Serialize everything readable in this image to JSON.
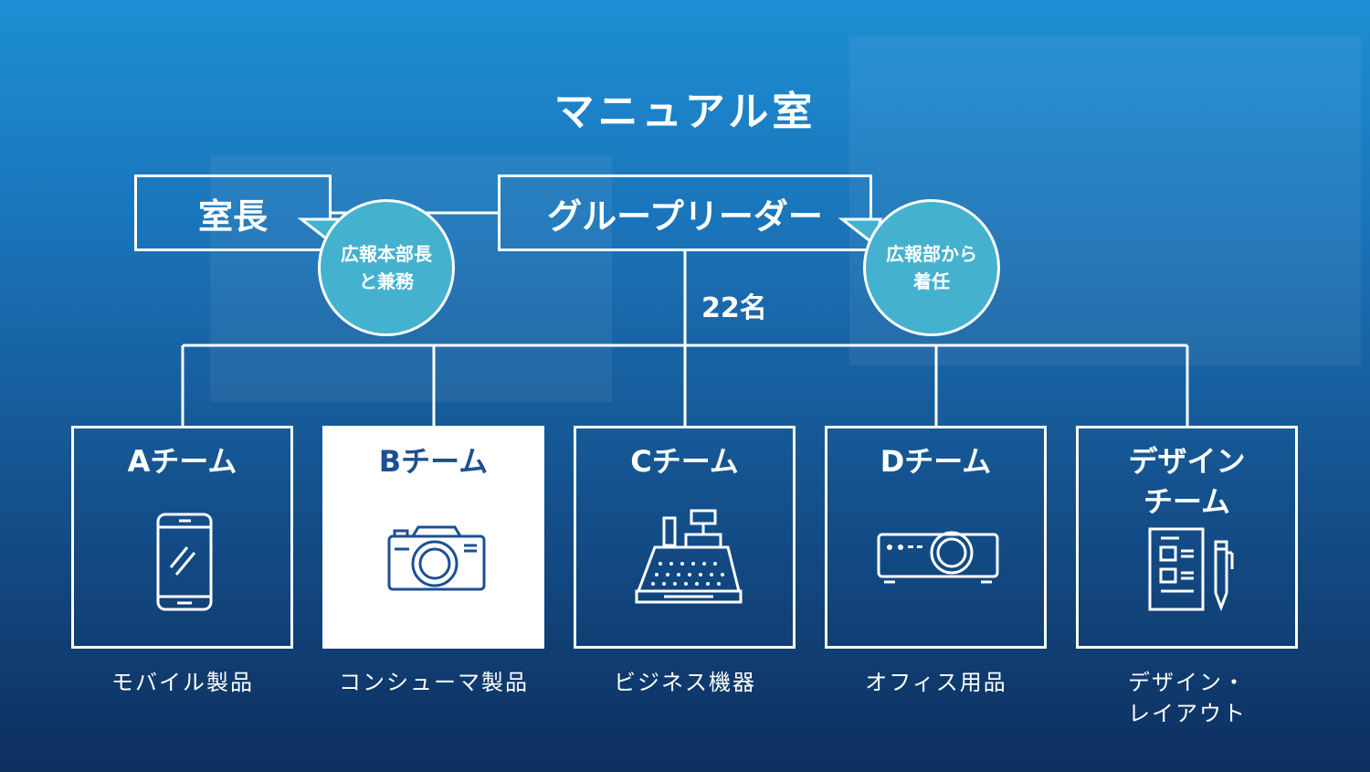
{
  "title": "マニュアル室",
  "director": "室長",
  "leader": "グループリーダー",
  "bubble_director": [
    "広報本部長",
    "と兼務"
  ],
  "bubble_leader": [
    "広報部から",
    "着任"
  ],
  "count": "22名",
  "teams": [
    {
      "name": [
        "Aチーム"
      ],
      "caption": [
        "モバイル製品"
      ],
      "icon": "smartphone-icon"
    },
    {
      "name": [
        "Bチーム"
      ],
      "caption": [
        "コンシューマ製品"
      ],
      "icon": "camera-icon"
    },
    {
      "name": [
        "Cチーム"
      ],
      "caption": [
        "ビジネス機器"
      ],
      "icon": "cash-register-icon"
    },
    {
      "name": [
        "Dチーム"
      ],
      "caption": [
        "オフィス用品"
      ],
      "icon": "projector-icon"
    },
    {
      "name": [
        "デザイン",
        "チーム"
      ],
      "caption": [
        "デザイン・",
        "レイアウト"
      ],
      "icon": "document-pen-icon"
    }
  ],
  "colors": {
    "bubble": "#44b2cf",
    "highlight_text": "#1c4f94"
  }
}
